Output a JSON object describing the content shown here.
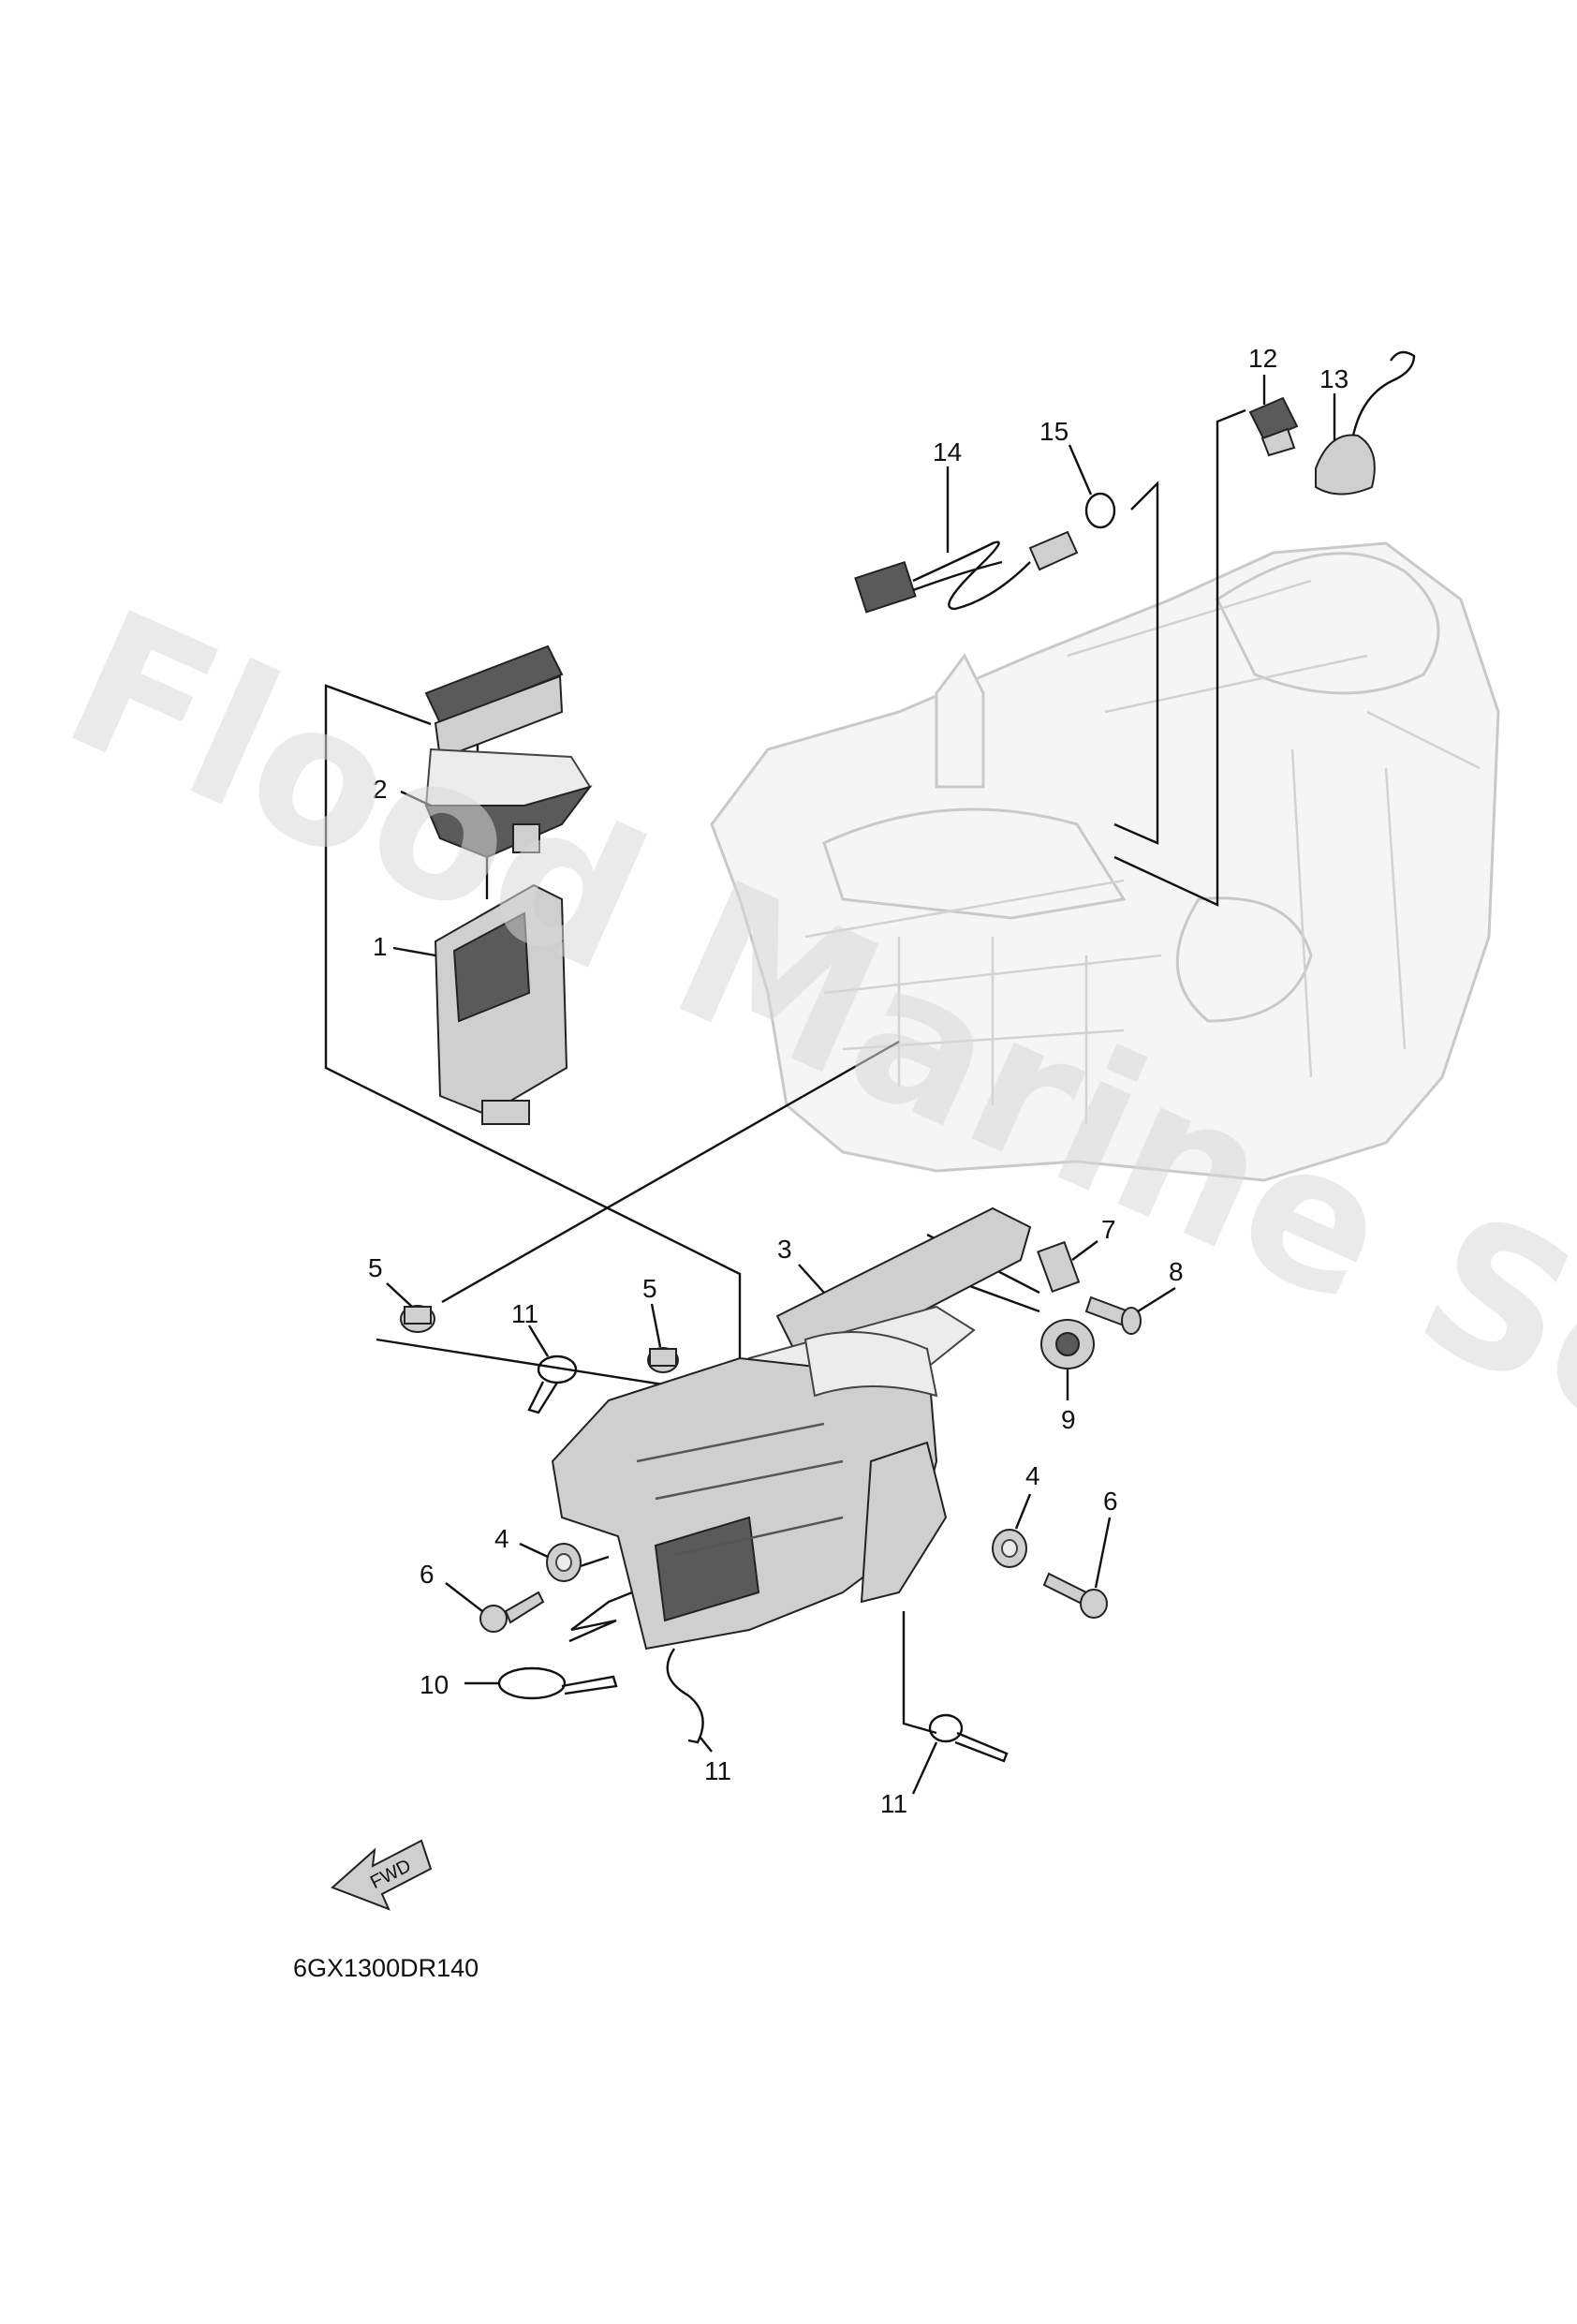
{
  "watermark": "Flood Marine Services",
  "diagram_code": "6GX1300DR140",
  "fwd_arrow_label": "FWD",
  "callouts": {
    "c1": "1",
    "c2": "2",
    "c3": "3",
    "c4a": "4",
    "c4b": "4",
    "c5a": "5",
    "c5b": "5",
    "c6a": "6",
    "c6b": "6",
    "c7": "7",
    "c8": "8",
    "c9": "9",
    "c10": "10",
    "c11a": "11",
    "c11b": "11",
    "c11c": "11",
    "c12": "12",
    "c13": "13",
    "c14": "14",
    "c15": "15"
  }
}
